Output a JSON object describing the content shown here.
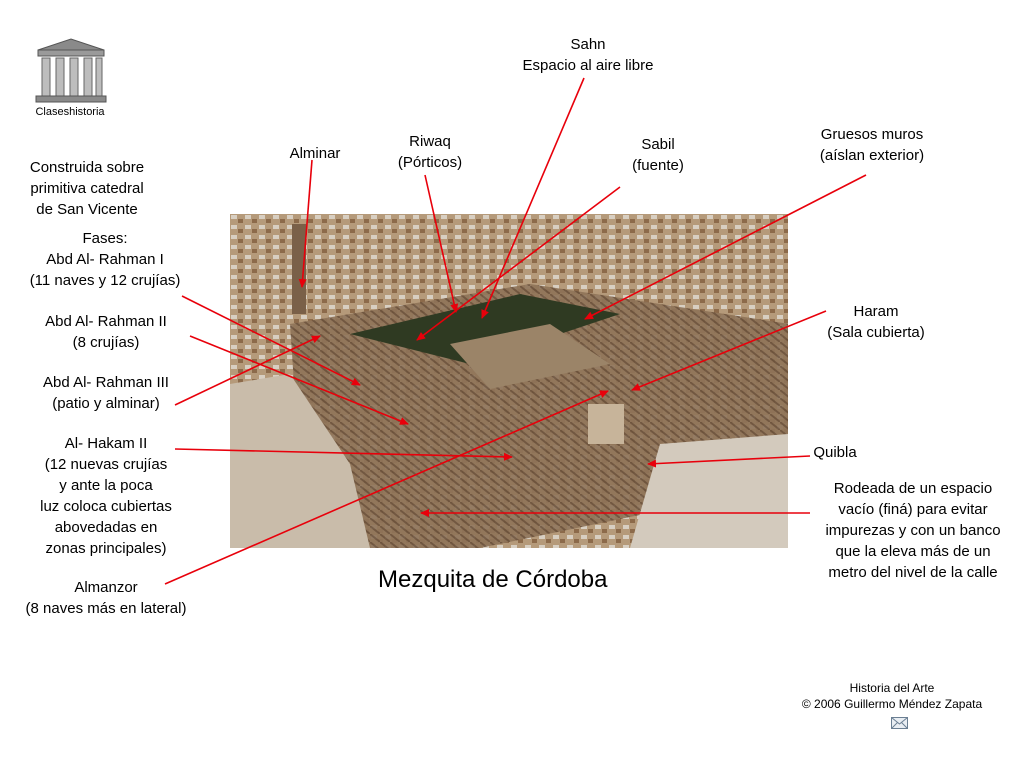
{
  "logo": {
    "caption": "Claseshistoria",
    "icon": "greek-temple-icon"
  },
  "title": "Mezquita de Córdoba",
  "labels": {
    "sahn": [
      "Sahn",
      "Espacio al aire libre"
    ],
    "alminar": [
      "Alminar"
    ],
    "riwaq": [
      "Riwaq",
      "(Pórticos)"
    ],
    "sabil": [
      "Sabil",
      "(fuente)"
    ],
    "muros": [
      "Gruesos muros",
      "(aíslan exterior)"
    ],
    "construida": [
      "Construida sobre",
      "primitiva catedral",
      "de San Vicente"
    ],
    "fases": [
      "Fases:",
      "Abd Al- Rahman I",
      "(11 naves y 12 crujías)"
    ],
    "rahman2": [
      "Abd Al- Rahman II",
      "(8 crujías)"
    ],
    "rahman3": [
      "Abd Al- Rahman III",
      "(patio y alminar)"
    ],
    "hakam": [
      "Al- Hakam II",
      "(12 nuevas crujías",
      "y ante la poca",
      "luz coloca cubiertas",
      "abovedadas en",
      "zonas principales)"
    ],
    "almanzor": [
      "Almanzor",
      "(8 naves más en lateral)"
    ],
    "haram": [
      "Haram",
      "(Sala cubierta)"
    ],
    "quibla": [
      "Quibla"
    ],
    "rodeada": [
      "Rodeada de un espacio",
      "vacío (finá) para evitar",
      "impurezas y con un banco",
      "que la eleva más de un",
      "metro del nivel de la calle"
    ]
  },
  "footer": {
    "line1": "Historia del Arte",
    "line2": "© 2006 Guillermo Méndez Zapata",
    "icon": "envelope-icon"
  },
  "colors": {
    "arrow": "#e8000b"
  }
}
